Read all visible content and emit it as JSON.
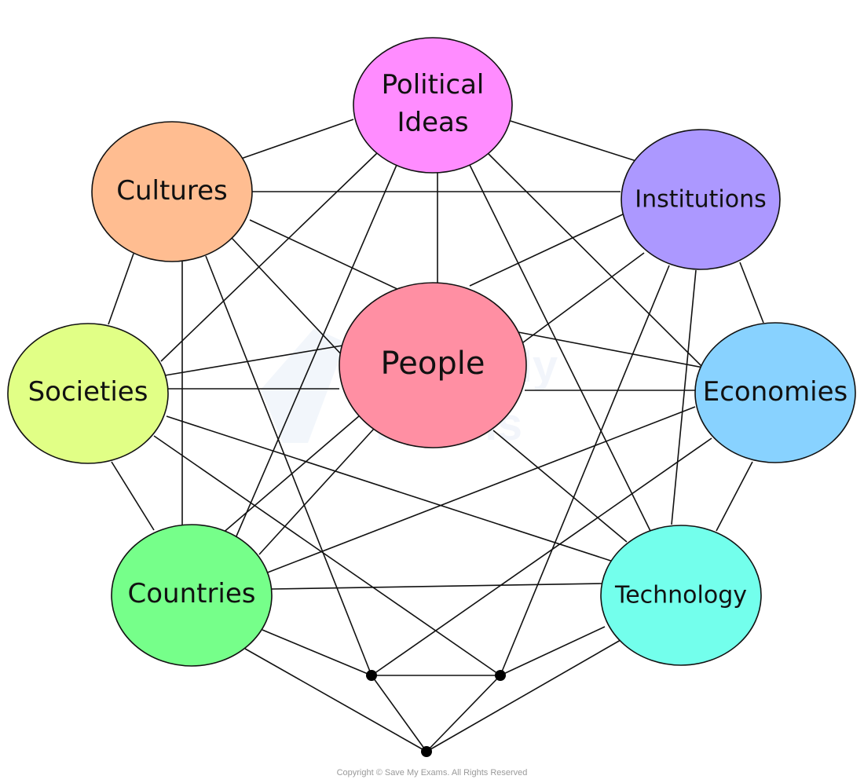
{
  "nodes": [
    {
      "id": "political",
      "lines": [
        "Political",
        "Ideas"
      ],
      "color": "#ff8cff",
      "icon": ""
    },
    {
      "id": "cultures",
      "lines": [
        "Cultures"
      ],
      "color": "#ffbd91"
    },
    {
      "id": "institutions",
      "lines": [
        "Institutions"
      ],
      "color": "#ac98ff"
    },
    {
      "id": "societies",
      "lines": [
        "Societies"
      ],
      "color": "#e1ff86"
    },
    {
      "id": "people",
      "lines": [
        "People"
      ],
      "color": "#ff8fa3"
    },
    {
      "id": "economies",
      "lines": [
        "Economies"
      ],
      "color": "#88d2ff"
    },
    {
      "id": "countries",
      "lines": [
        "Countries"
      ],
      "color": "#76ff8a"
    },
    {
      "id": "technology",
      "lines": [
        "Technology"
      ],
      "color": "#73ffec"
    }
  ],
  "watermark": {
    "line1": "Save My",
    "line2": "Exams"
  },
  "copyright": "Copyright © Save My Exams. All Rights Reserved"
}
